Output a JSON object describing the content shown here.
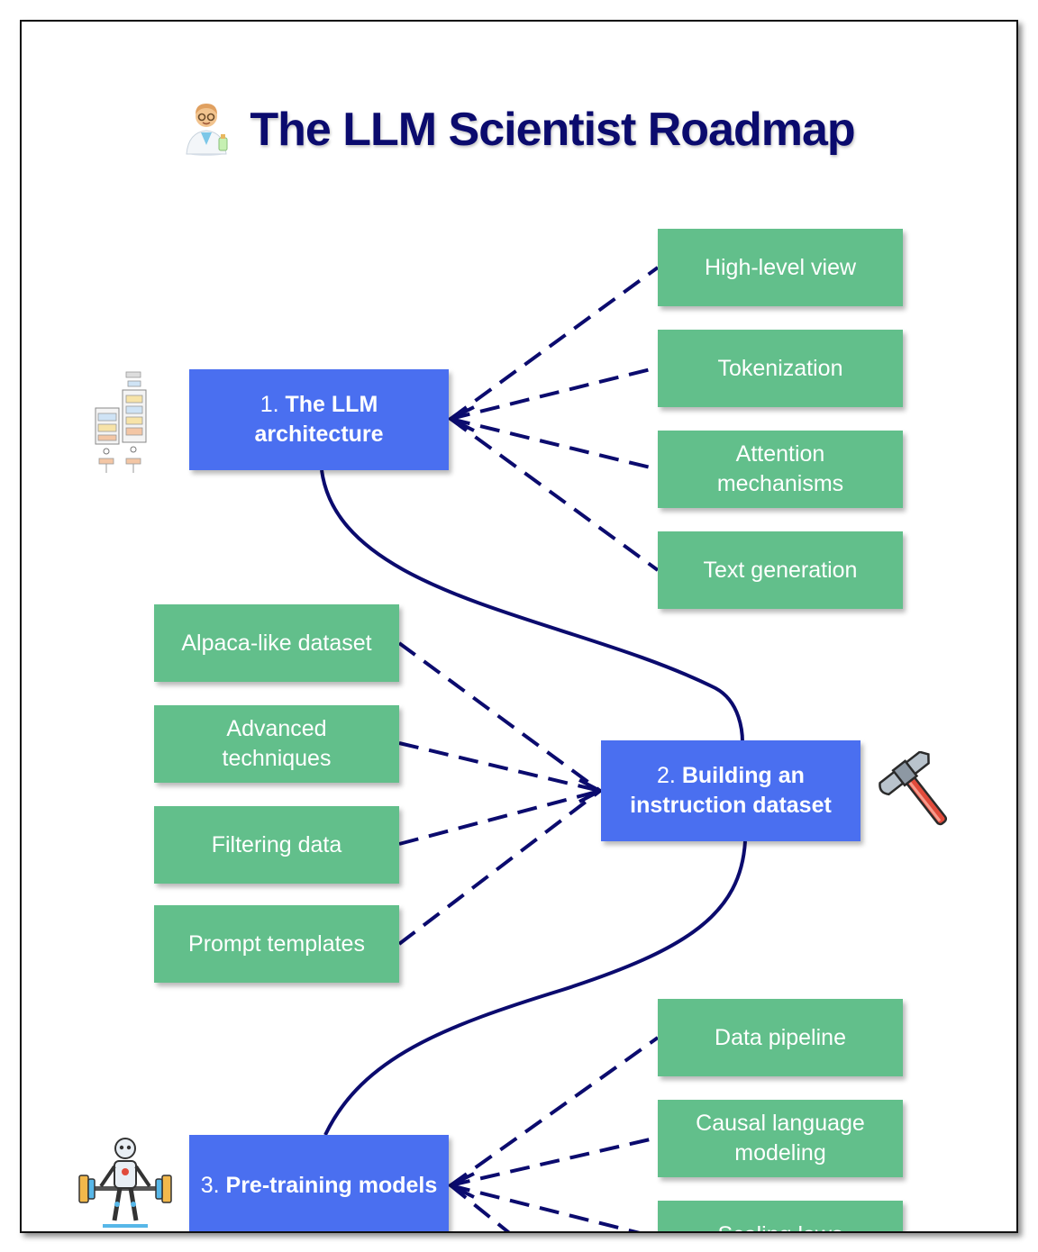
{
  "title": "The LLM Scientist Roadmap",
  "title_icon": "scientist-emoji-icon",
  "colors": {
    "title": "#0b0b6e",
    "section_box": "#4a6ff0",
    "topic_box": "#62bf8b",
    "connector": "#0b0b6e"
  },
  "sections": [
    {
      "number": "1.",
      "name_line1": "The LLM",
      "name_line2": "architecture",
      "icon": "transformer-diagram-icon",
      "topics": [
        {
          "line1": "High-level view",
          "line2": ""
        },
        {
          "line1": "Tokenization",
          "line2": ""
        },
        {
          "line1": "Attention",
          "line2": "mechanisms"
        },
        {
          "line1": "Text generation",
          "line2": ""
        }
      ]
    },
    {
      "number": "2.",
      "name_line1": "Building an",
      "name_line2": "instruction dataset",
      "icon": "hammer-icon",
      "topics": [
        {
          "line1": "Alpaca-like dataset",
          "line2": ""
        },
        {
          "line1": "Advanced",
          "line2": "techniques"
        },
        {
          "line1": "Filtering data",
          "line2": ""
        },
        {
          "line1": "Prompt templates",
          "line2": ""
        }
      ]
    },
    {
      "number": "3.",
      "name_line1": "Pre-training models",
      "name_line2": "",
      "icon": "robot-weightlifting-icon",
      "topics": [
        {
          "line1": "Data pipeline",
          "line2": ""
        },
        {
          "line1": "Causal language",
          "line2": "modeling"
        },
        {
          "line1": "Scaling laws",
          "line2": ""
        }
      ]
    }
  ]
}
